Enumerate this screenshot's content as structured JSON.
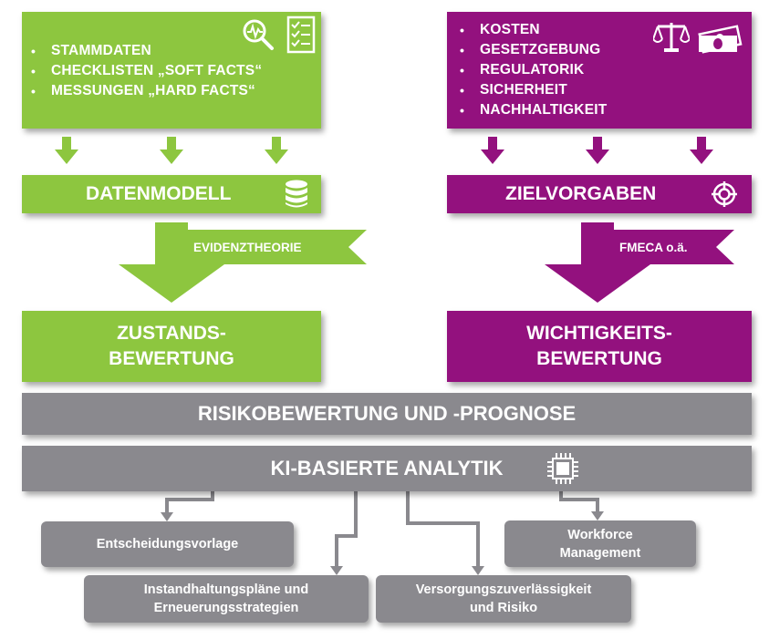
{
  "inputs_left": {
    "items": [
      "STAMMDATEN",
      "CHECKLISTEN „SOFT FACTS“",
      "MESSUNGEN „HARD FACTS“"
    ],
    "icons": [
      "magnifier-chart-icon",
      "checklist-icon"
    ]
  },
  "inputs_right": {
    "items": [
      "KOSTEN",
      "GESETZGEBUNG",
      "REGULATORIK",
      "SICHERHEIT",
      "NACHHALTIGKEIT"
    ],
    "icons": [
      "scales-icon",
      "money-icon"
    ]
  },
  "datenmodell": {
    "label": "DATENMODELL",
    "icon": "database-icon"
  },
  "zielvorgaben": {
    "label": "ZIELVORGABEN",
    "icon": "target-icon"
  },
  "evidenztheorie": {
    "label": "EVIDENZTHEORIE"
  },
  "fmeca": {
    "label": "FMECA o.ä."
  },
  "zustand": {
    "line1": "ZUSTANDS-",
    "line2": "BEWERTUNG"
  },
  "wichtigkeit": {
    "line1": "WICHTIGKEITS-",
    "line2": "BEWERTUNG"
  },
  "risiko": {
    "label": "RISIKOBEWERTUNG UND -PROGNOSE"
  },
  "ki": {
    "label": "KI-BASIERTE ANALYTIK",
    "icon": "chip-icon"
  },
  "outputs": {
    "entscheidung": "Entscheidungsvorlage",
    "instandhaltung_1": "Instandhaltungspläne und",
    "instandhaltung_2": "Erneuerungsstrategien",
    "versorgung_1": "Versorgungszuverlässigkeit",
    "versorgung_2": "und Risiko",
    "workforce_1": "Workforce",
    "workforce_2": "Management"
  },
  "colors": {
    "green": "#8dc63f",
    "purple": "#93117e",
    "gray": "#8a898e",
    "connector": "#8a898e"
  }
}
